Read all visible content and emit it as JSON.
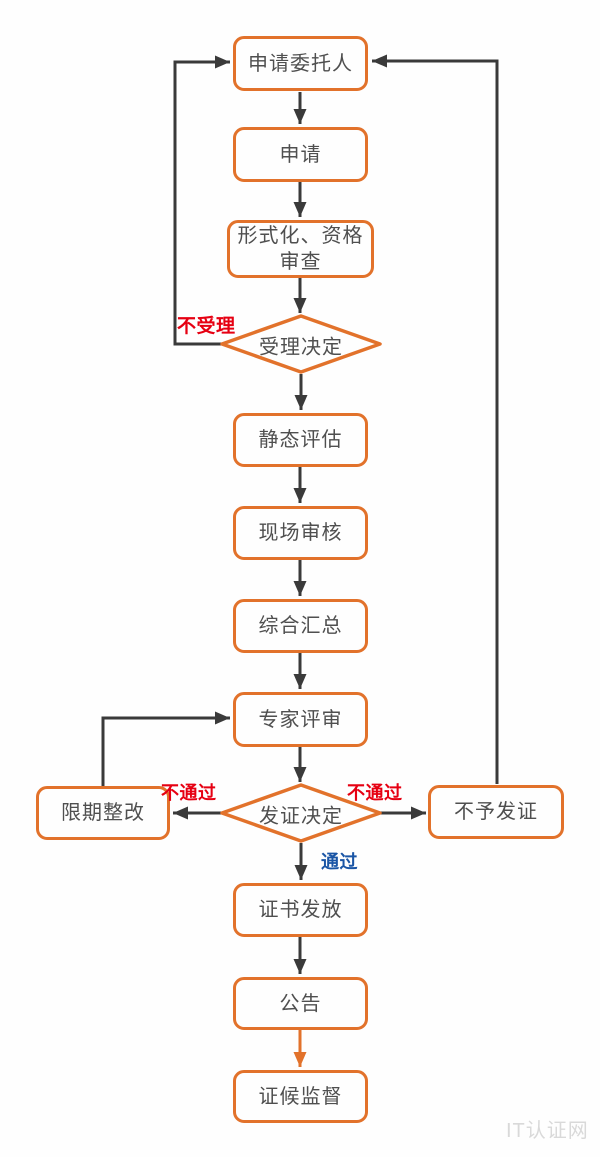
{
  "colors": {
    "node_border": "#e2722b",
    "connector": "#3a3a3a",
    "highlight_connector": "#e2722b",
    "reject_label": "#e60012",
    "pass_label": "#1a55a5",
    "node_text": "#4f4f4f",
    "watermark": "#d9d9d9"
  },
  "nodes": {
    "client": "申请委托人",
    "apply": "申请",
    "formal_line1": "形式化、资格",
    "formal_line2": "审查",
    "accept_decision": "受理决定",
    "static_eval": "静态评估",
    "onsite_audit": "现场审核",
    "summary": "综合汇总",
    "expert_review": "专家评审",
    "cert_decision": "发证决定",
    "rectify": "限期整改",
    "no_cert": "不予发证",
    "issue_cert": "证书发放",
    "announce": "公告",
    "post_supervision": "证候监督"
  },
  "edge_labels": {
    "not_accepted": "不受理",
    "fail_left": "不通过",
    "fail_right": "不通过",
    "pass": "通过"
  },
  "watermark": "IT认证网"
}
